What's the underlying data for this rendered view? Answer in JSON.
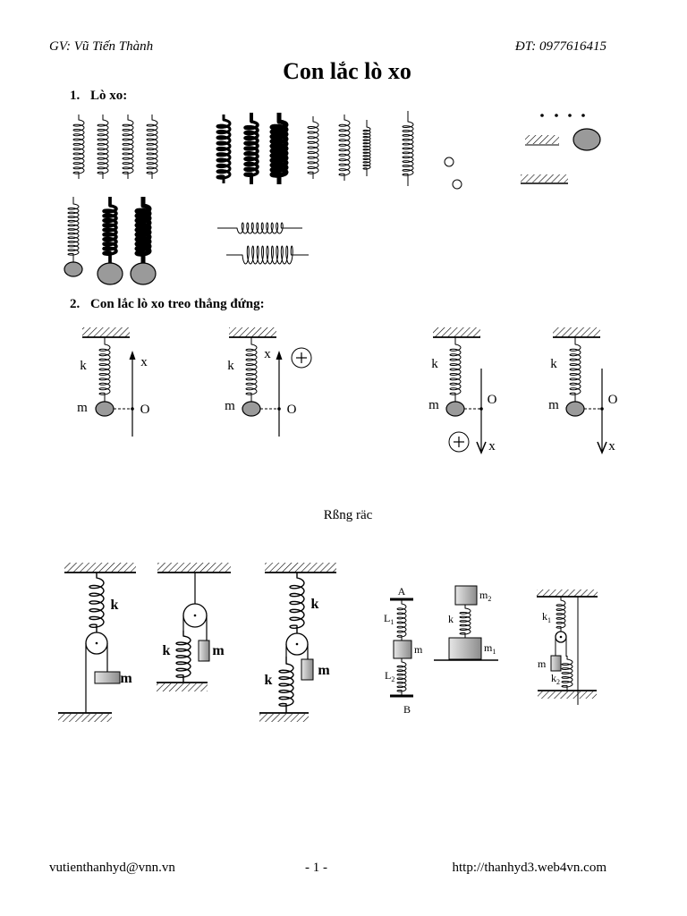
{
  "header": {
    "teacher": "GV: Vũ Tiến Thành",
    "phone": "ĐT: 0977616415"
  },
  "title": "Con lắc lò xo",
  "sections": [
    {
      "number": "1.",
      "heading": "Lò xo:"
    },
    {
      "number": "2.",
      "heading": "Con lắc lò xo treo thẳng đứng:"
    }
  ],
  "pulley_caption": "Rßng räc",
  "labels": {
    "k": "k",
    "m": "m",
    "x": "x",
    "O": "O",
    "A": "A",
    "B": "B",
    "L": "L",
    "sub_1": "1",
    "sub_2": "2"
  },
  "footer": {
    "email": "vutienthanhyd@vnn.vn",
    "page": "- 1 -",
    "website": "http://thanhyd3.web4vn.com"
  }
}
